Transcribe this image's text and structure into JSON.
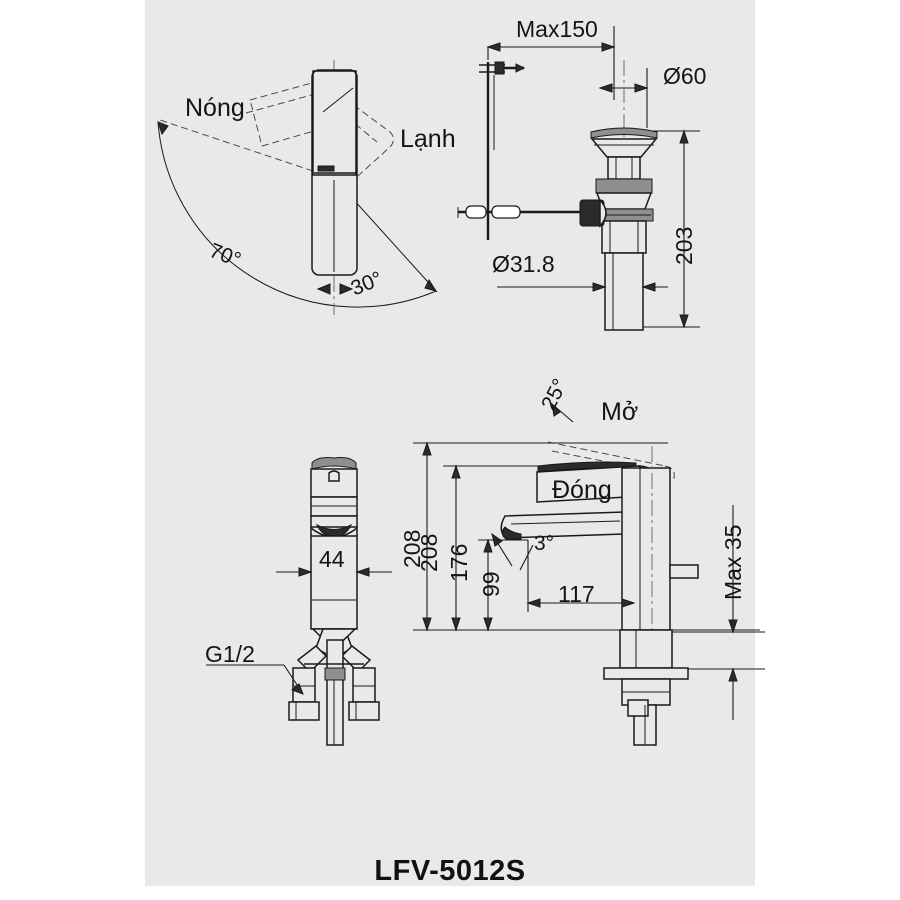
{
  "document": {
    "type": "technical-drawing",
    "model_label": "LFV-5012S",
    "background_color": "#ffffff",
    "panel_color": "#e9e9e9",
    "line_color": "#1a1a1a"
  },
  "views": {
    "top_left": {
      "name": "handle-swivel-top-view",
      "labels": {
        "hot": "Nóng",
        "cold": "Lạnh",
        "angle_left": "70°",
        "angle_right": "30°"
      }
    },
    "top_right": {
      "name": "pop-up-drain-assembly",
      "labels": {
        "max_rod": "Max150",
        "cap_diameter": "Ø60",
        "tail_diameter": "Ø31.8",
        "overall_height": "203"
      }
    },
    "bottom_left": {
      "name": "faucet-front-view",
      "labels": {
        "body_width": "44",
        "height_total": "208",
        "thread": "G1/2"
      }
    },
    "bottom_right": {
      "name": "faucet-side-view",
      "labels": {
        "lever_open": "Mở",
        "lever_closed": "Đóng",
        "lever_up_angle": "25°",
        "spout_angle": "3°",
        "height_total": "208",
        "height_spout_top": "176",
        "height_spout_outlet": "99",
        "spout_reach": "117",
        "deck_thickness": "Max 35"
      }
    }
  }
}
